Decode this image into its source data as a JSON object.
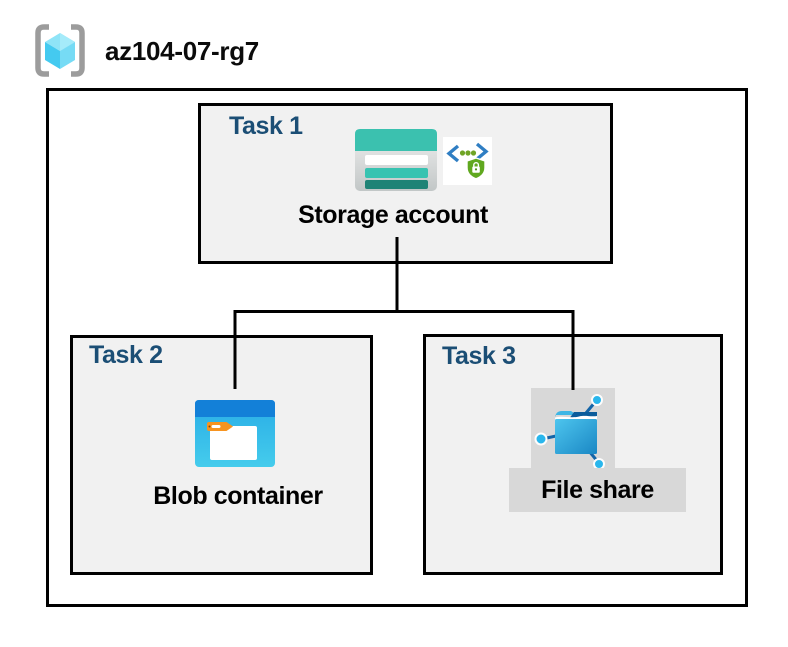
{
  "header": {
    "resource_group_name": "az104-07-rg7"
  },
  "diagram": {
    "tasks": [
      {
        "title": "Task 1",
        "item_label": "Storage account",
        "icons": [
          "storage-account-icon",
          "secure-access-sas-icon"
        ]
      },
      {
        "title": "Task 2",
        "item_label": "Blob container",
        "icons": [
          "blob-container-icon"
        ]
      },
      {
        "title": "Task 3",
        "item_label": "File share",
        "icons": [
          "file-share-icon"
        ],
        "highlighted": true
      }
    ],
    "connections": [
      {
        "from": "Storage account",
        "to": "Blob container"
      },
      {
        "from": "Storage account",
        "to": "File share"
      }
    ]
  },
  "colors": {
    "task_title_blue": "#1B4E75",
    "box_fill_gray": "#F1F1F1",
    "border_black": "#000000",
    "highlight_gray": "#D8D8D8",
    "storage_teal": "#3BC1AF",
    "storage_teal_dark": "#1F8376",
    "blob_header_blue": "#1380D8",
    "blob_body_cyan": "#45CCEC",
    "folder_tag_orange": "#F79420",
    "fileshare_navy": "#0B5C9B",
    "node_cyan": "#29B6EC",
    "sas_bracket_blue": "#2F7EC3",
    "sas_shield_green": "#60A81F",
    "rg_bracket_gray": "#9C9C9C",
    "rg_cube_cyan": "#44CAF0"
  }
}
